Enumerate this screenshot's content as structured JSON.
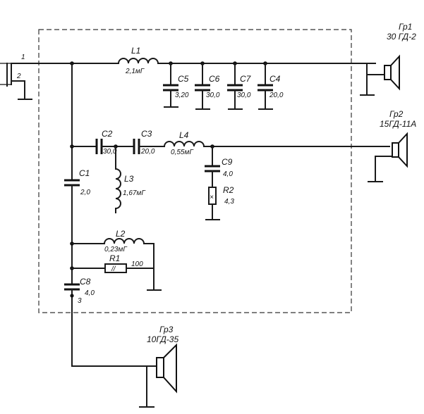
{
  "terminals": {
    "t1": "1",
    "t2": "2",
    "t3": "3"
  },
  "components": {
    "L1": {
      "name": "L1",
      "value": "2,1мГ"
    },
    "L2": {
      "name": "L2",
      "value": "0,23мГ"
    },
    "L3": {
      "name": "L3",
      "value": "1,67мГ"
    },
    "L4": {
      "name": "L4",
      "value": "0,55мГ"
    },
    "C1": {
      "name": "C1",
      "value": "2,0"
    },
    "C2": {
      "name": "C2",
      "value": "30,0"
    },
    "C3": {
      "name": "C3",
      "value": "20,0"
    },
    "C4": {
      "name": "C4",
      "value": "20,0"
    },
    "C5": {
      "name": "C5",
      "value": "3,20"
    },
    "C6": {
      "name": "C6",
      "value": "30,0"
    },
    "C7": {
      "name": "C7",
      "value": "30,0"
    },
    "C8": {
      "name": "C8",
      "value": "4,0"
    },
    "C9": {
      "name": "C9",
      "value": "4,0"
    },
    "R1": {
      "name": "R1",
      "value": "100",
      "mark": "//"
    },
    "R2": {
      "name": "R2",
      "value": "4,3",
      "mark": "×"
    }
  },
  "speakers": {
    "gr1": {
      "name": "Гр1",
      "model": "30 ГД-2"
    },
    "gr2": {
      "name": "Гр2",
      "model": "15ГД-11А"
    },
    "gr3": {
      "name": "Гр3",
      "model": "10ГД-35"
    }
  }
}
